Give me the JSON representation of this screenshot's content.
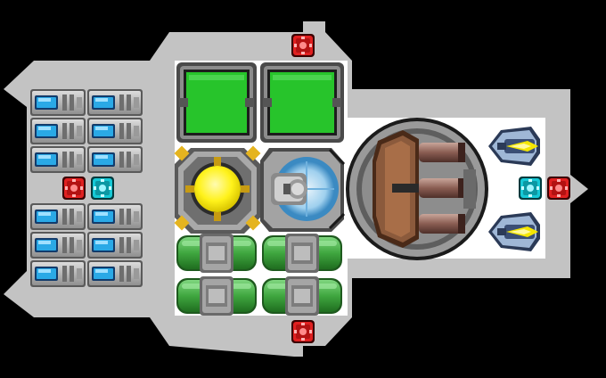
{
  "ship": {
    "hull_color": "#c3c3c3",
    "floor_color": "#ffffff",
    "background": "#000000"
  },
  "colors": {
    "shield_green": "#27c42b",
    "reactor_yellow": "#fff21a",
    "engine_green": "#3fa63f",
    "cell_blue": "#2aa9e6",
    "button_red": "#e02020",
    "button_cyan": "#16c9d6",
    "weapon_brown": "#8b5a3c",
    "drone_yellow": "#f5e600"
  },
  "rooms": [
    {
      "id": "shield-room-left",
      "system": "shields",
      "icon": "shield-panel-icon"
    },
    {
      "id": "shield-room-right",
      "system": "shields",
      "icon": "shield-panel-icon"
    },
    {
      "id": "reactor-room",
      "system": "reactor",
      "icon": "reactor-core-icon"
    },
    {
      "id": "sensor-room",
      "system": "sensors",
      "icon": "sensor-dome-icon"
    },
    {
      "id": "engine-room",
      "system": "engines",
      "icon": "fuel-tank-icon"
    },
    {
      "id": "weapon-room",
      "system": "weapons",
      "icon": "triple-cannon-icon"
    },
    {
      "id": "battery-bay-upper",
      "system": "batteries",
      "icon": "battery-cell-icon"
    },
    {
      "id": "battery-bay-lower",
      "system": "batteries",
      "icon": "battery-cell-icon"
    },
    {
      "id": "drone-bay",
      "system": "drones",
      "icon": "drone-icon"
    }
  ],
  "buttons": [
    {
      "id": "door-top",
      "color": "red"
    },
    {
      "id": "door-bottom",
      "color": "red"
    },
    {
      "id": "door-left-red",
      "color": "red"
    },
    {
      "id": "door-left-cyan",
      "color": "cyan"
    },
    {
      "id": "door-right-red",
      "color": "red"
    },
    {
      "id": "door-right-cyan",
      "color": "cyan"
    }
  ]
}
